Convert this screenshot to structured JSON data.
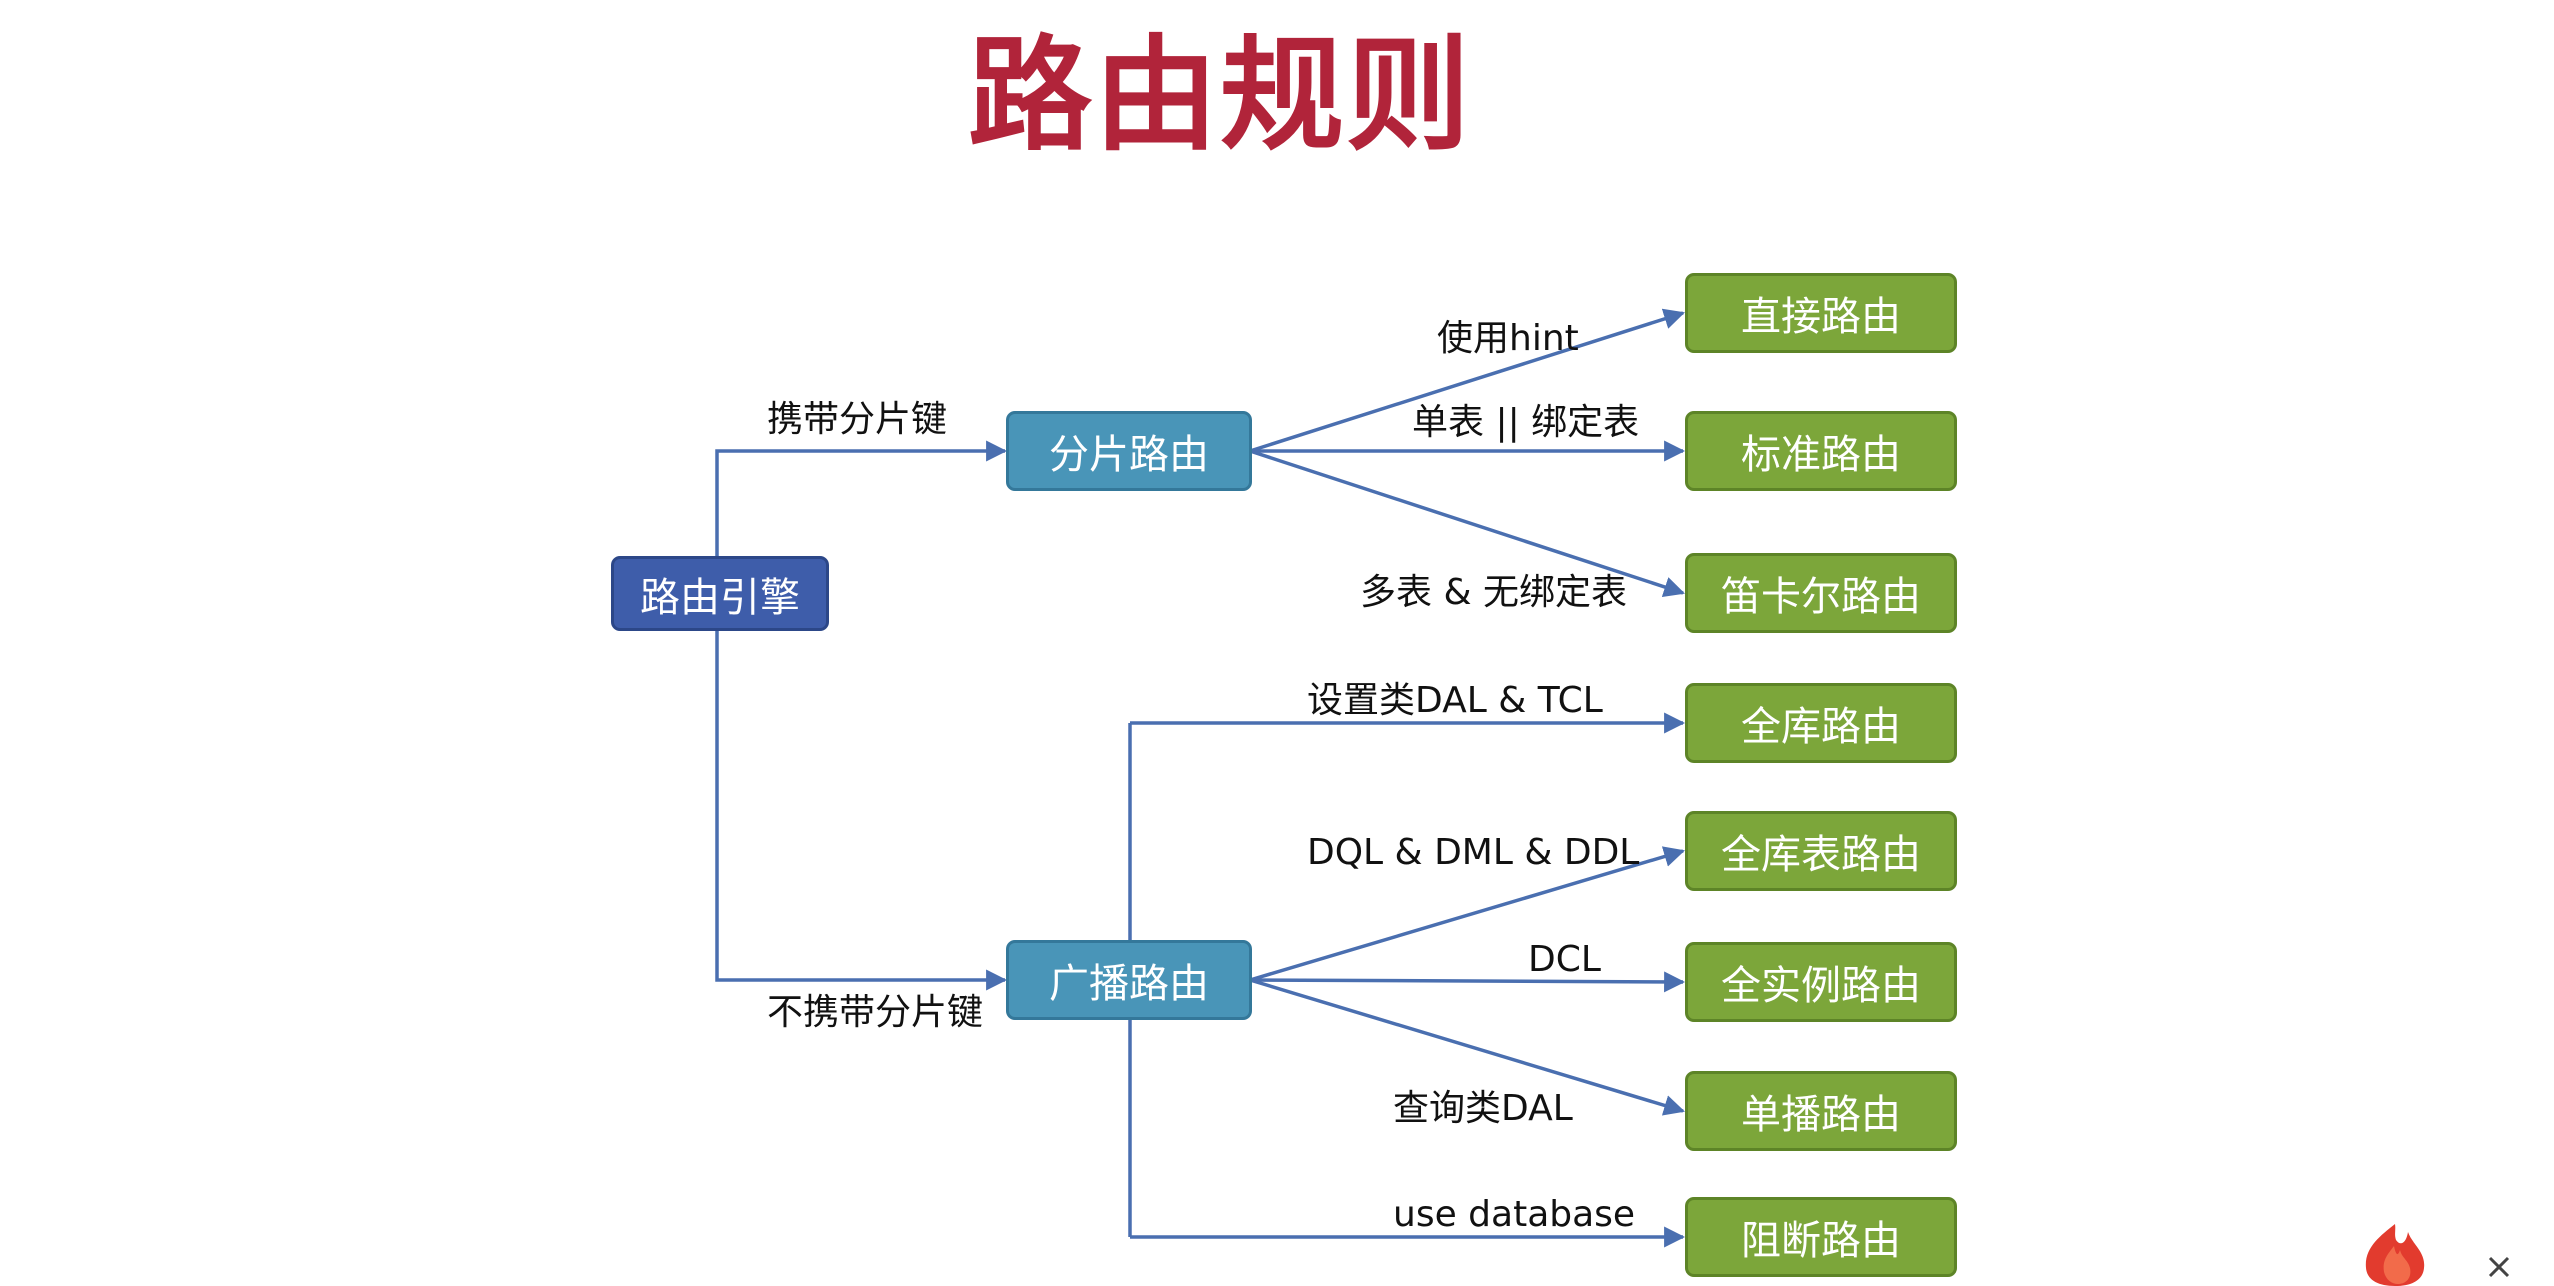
{
  "title": "路由规则",
  "nodes": {
    "root": "路由引擎",
    "sharding": "分片路由",
    "broadcast": "广播路由",
    "direct": "直接路由",
    "standard": "标准路由",
    "cartesian": "笛卡尔路由",
    "database_broadcast": "全库路由",
    "database_table": "全库表路由",
    "instance": "全实例路由",
    "unicast": "单播路由",
    "ignore": "阻断路由"
  },
  "edges": {
    "with_shard_key": "携带分片键",
    "without_shard_key": "不携带分片键",
    "use_hint": "使用hint",
    "single_or_binding": "单表 || 绑定表",
    "multi_unbound": "多表 & 无绑定表",
    "dal_tcl": "设置类DAL & TCL",
    "dql_dml_ddl": "DQL & DML & DDL",
    "dcl": "DCL",
    "query_dal": "查询类DAL",
    "use_database": "use database"
  },
  "colors": {
    "title": "#b1243a",
    "root": "#3e5daa",
    "mid": "#4995b8",
    "leaf": "#7ca63a",
    "line": "#4a6fb0"
  },
  "icons": {
    "logo": "flame-logo-icon",
    "corner": "close-icon"
  }
}
